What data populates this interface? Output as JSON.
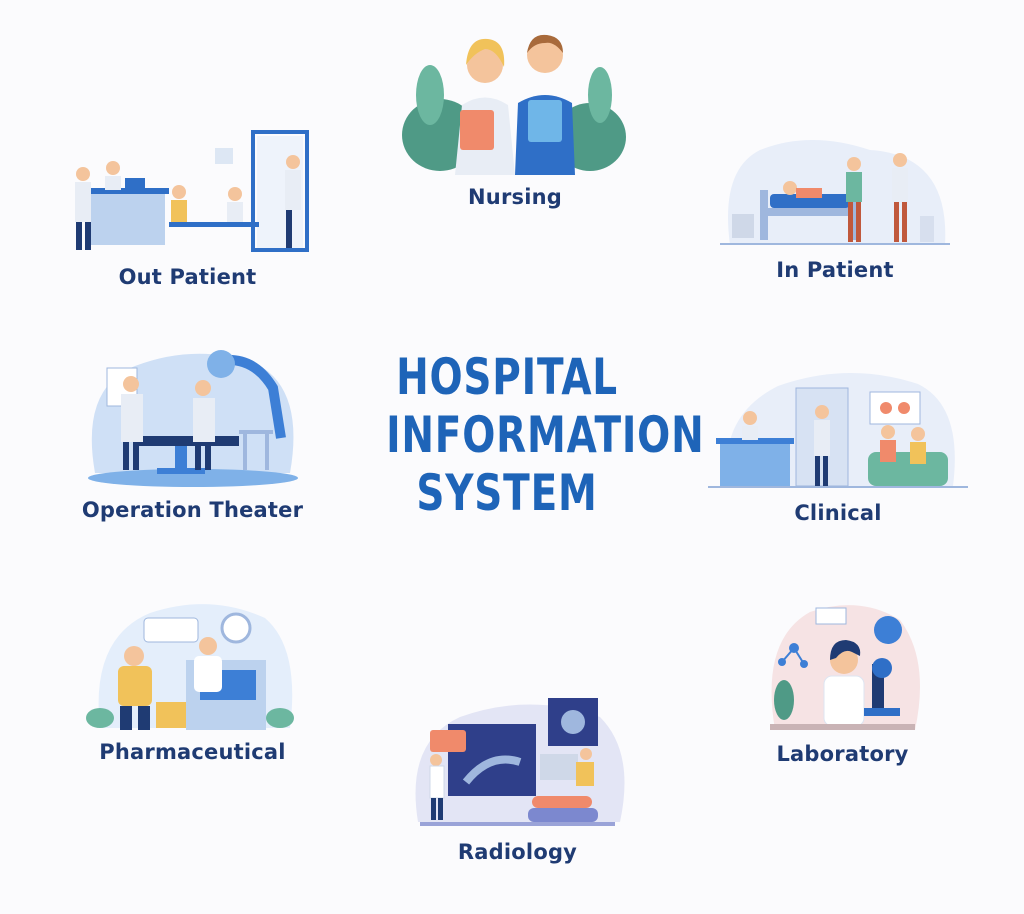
{
  "title": {
    "line1": "HOSPITAL",
    "line2": "INFORMATION",
    "line3": "SYSTEM"
  },
  "modules": {
    "nursing": "Nursing",
    "out_patient": "Out Patient",
    "in_patient": "In Patient",
    "operation_theater": "Operation Theater",
    "clinical": "Clinical",
    "pharmaceutical": "Pharmaceutical",
    "laboratory": "Laboratory",
    "radiology": "Radiology"
  },
  "colors": {
    "label": "#1f3b73",
    "title": "#1e64b8",
    "accent_blue": "#3d7fd6",
    "light_blue": "#cfe0f6",
    "green": "#4f9a86"
  }
}
